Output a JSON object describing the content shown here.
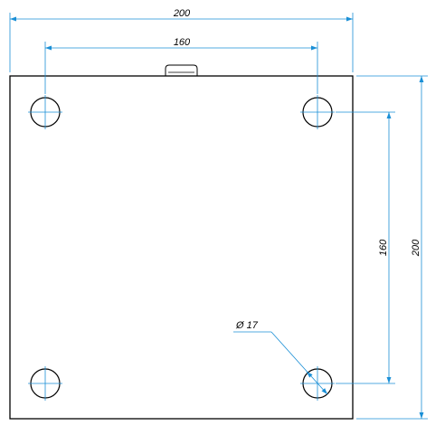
{
  "dimensions": {
    "overall_width": "200",
    "hole_spacing_horizontal": "160",
    "overall_height": "200",
    "hole_spacing_vertical": "160",
    "hole_diameter": "Ø 17"
  },
  "colors": {
    "outline": "#000000",
    "dimension": "#1a8fd6",
    "background": "#ffffff"
  }
}
